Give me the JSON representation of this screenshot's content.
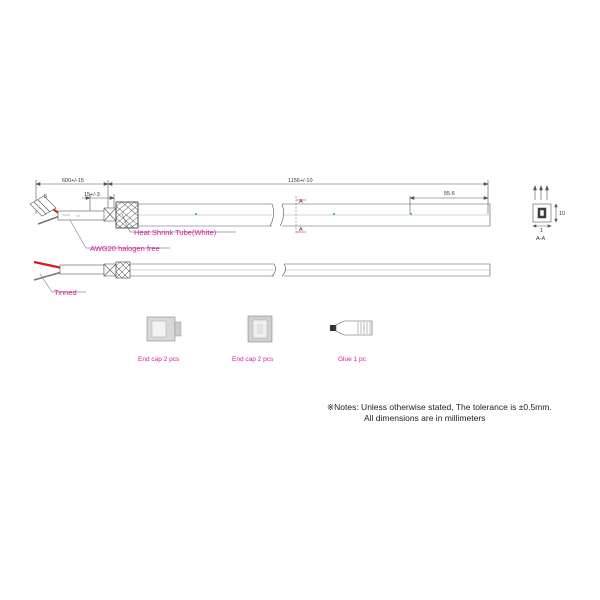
{
  "colors": {
    "label": "#e0189a",
    "line": "#555555",
    "red_wire": "#e01818",
    "accent": "#40c0c0"
  },
  "dimensions": {
    "lead_length": "600+/-15",
    "strip_length": "15+/-3",
    "strip_length_end": "5",
    "total_length": "1156+/-10",
    "segment": "55.6",
    "section_width": "1",
    "section_height": "10"
  },
  "labels": {
    "heat_shrink": "Heat Shrink Tube(White)",
    "awg": "AWG20 halogen free",
    "tinned": "Tinned",
    "section_mark": "A",
    "section_name": "A-A"
  },
  "accessories": [
    {
      "icon": "end-cap-side-icon",
      "caption": "End cap 2 pcs"
    },
    {
      "icon": "end-cap-front-icon",
      "caption": "End cap 2 pcs"
    },
    {
      "icon": "glue-tube-icon",
      "caption": "Glue 1 pc"
    }
  ],
  "notes": {
    "line1": "※Notes: Unless otherwise stated, The tolerance is ±0.5mm.",
    "line2": "All dimensions are in millimeters"
  }
}
